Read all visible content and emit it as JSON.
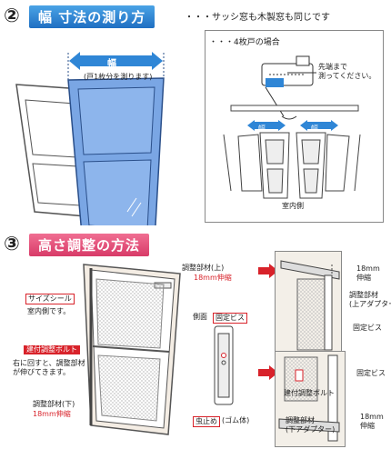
{
  "section1": {
    "number": "②",
    "title": "幅 寸法の測り方",
    "note": "・・・サッシ窓も木製窓も同じです",
    "width_label": "幅",
    "width_sub": "(戸1枚分を測ります)",
    "panel": {
      "header": "・・・4枚戸の場合",
      "callout": "先端まで\n測ってください。",
      "width_label_left": "幅",
      "width_label_right": "幅",
      "indoor": "室内側"
    }
  },
  "section2": {
    "number": "③",
    "title": "高さ調整の方法",
    "labels": {
      "adjust_top": "調整部材(上)",
      "adjust_top_ext": "18mm伸縮",
      "size_seal": "サイズシール",
      "indoor_side": "室内側です。",
      "side": "側面",
      "fix_screw": "固定ビス",
      "adjust_bolt": "建付調整ボルト",
      "turn_right": "右に回すと、調整部材\nが伸びてきます。",
      "adjust_bottom": "調整部材(下)",
      "adjust_bottom_ext": "18mm伸縮",
      "bug_stop": "虫止め",
      "rubber": "(ゴム体)"
    },
    "detail_top": {
      "ext": "18mm\n伸縮",
      "adjuster": "調整部材\n(上アダプター)",
      "fix_screw": "固定ビス"
    },
    "detail_bottom": {
      "fix_screw": "固定ビス",
      "adjust_bolt": "建付調整ボルト",
      "adjuster": "調整部材\n(下アダプター)",
      "ext": "18mm\n伸縮"
    }
  },
  "colors": {
    "banner_blue": "#2f86d6",
    "banner_pink": "#e2507b",
    "accent_red": "#d8222a",
    "screen_blue": "#6f9fe0"
  }
}
